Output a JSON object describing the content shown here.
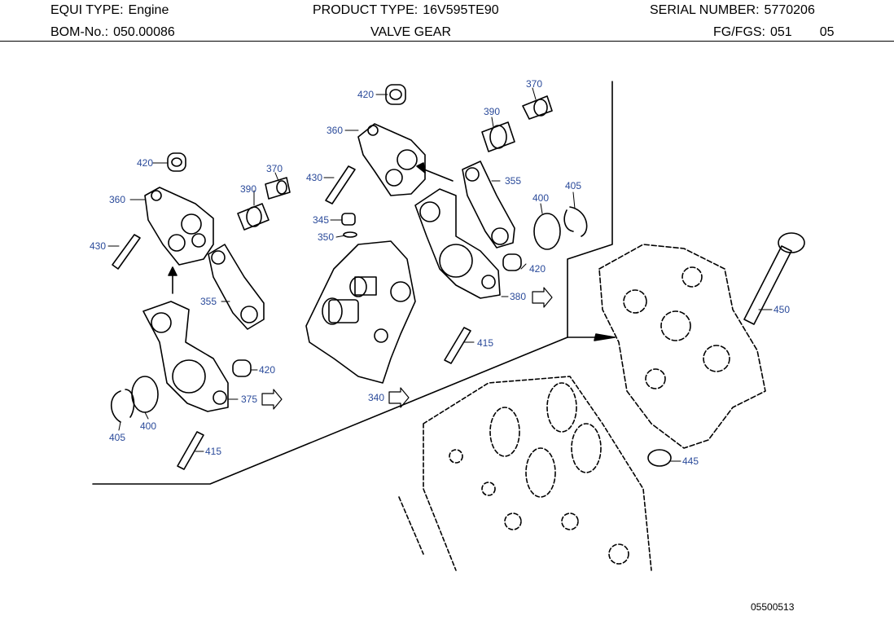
{
  "header": {
    "equi_type_label": "EQUI TYPE:",
    "equi_type_value": "Engine",
    "product_type_label": "PRODUCT TYPE:",
    "product_type_value": "16V595TE90",
    "serial_number_label": "SERIAL NUMBER:",
    "serial_number_value": "5770206",
    "bom_label": "BOM-No.:",
    "bom_value": "050.00086",
    "group_title": "VALVE GEAR",
    "fg_label": "FG/FGS:",
    "fg_value": "051",
    "fg_sub": "05"
  },
  "callouts": {
    "c420a": "420",
    "c370a": "370",
    "c390a": "390",
    "c360a": "360",
    "c430a": "430",
    "c355a": "355",
    "c405a": "405",
    "c400a": "400",
    "c345": "345",
    "c350": "350",
    "c420b": "420",
    "c380": "380",
    "c415a": "415",
    "c420c": "420",
    "c370b": "370",
    "c390b": "390",
    "c360b": "360",
    "c430b": "430",
    "c355b": "355",
    "c420d": "420",
    "c375": "375",
    "c400b": "400",
    "c405b": "405",
    "c415b": "415",
    "c340": "340",
    "c450": "450",
    "c445": "445"
  },
  "document_id": "05500513",
  "colors": {
    "callout": "#2a4a9a",
    "line": "#000000"
  }
}
